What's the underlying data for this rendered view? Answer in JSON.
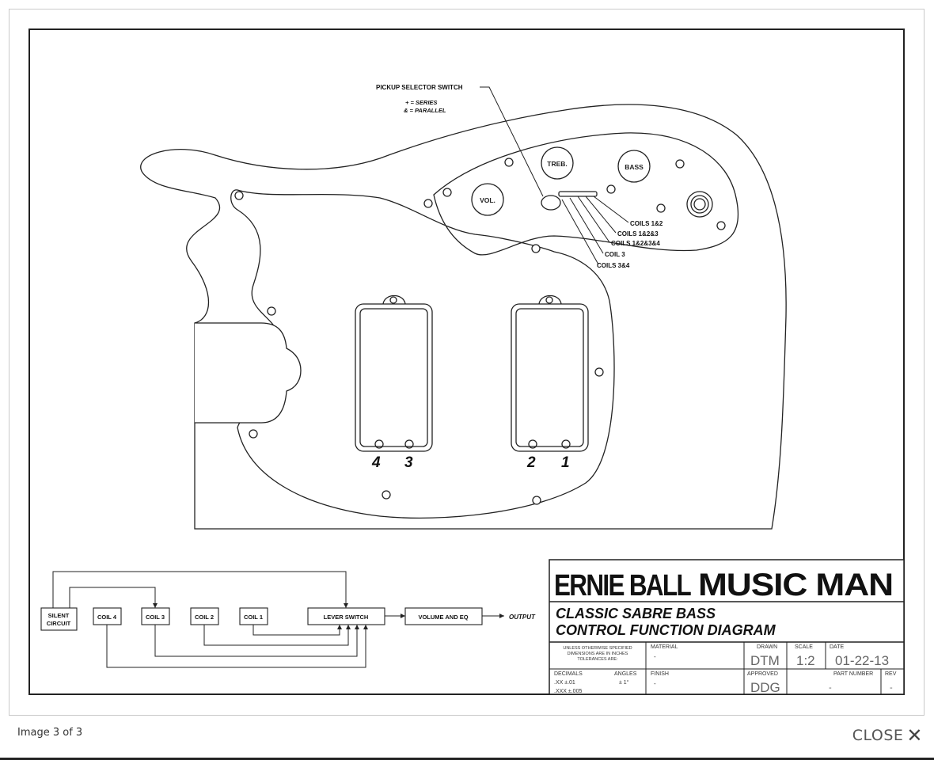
{
  "viewer": {
    "caption": "Image 3 of 3",
    "close_label": "CLOSE",
    "close_icon": "close-icon"
  },
  "diagram": {
    "callouts": {
      "pickup_selector": "PICKUP SELECTOR SWITCH",
      "series_legend": "+ = SERIES",
      "parallel_legend": "& = PARALLEL"
    },
    "knobs": {
      "vol": "VOL.",
      "treb": "TREB.",
      "bass": "BASS"
    },
    "positions": [
      "COILS 1&2",
      "COILS 1&2&3",
      "COILS 1&2&3&4",
      "COIL 3",
      "COILS 3&4"
    ],
    "coil_numbers": [
      "4",
      "3",
      "2",
      "1"
    ],
    "signal_flow": {
      "silent_line1": "SILENT",
      "silent_line2": "CIRCUIT",
      "coil4": "COIL 4",
      "coil3": "COIL 3",
      "coil2": "COIL 2",
      "coil1": "COIL 1",
      "lever": "LEVER SWITCH",
      "volume_eq": "VOLUME AND EQ",
      "output": "OUTPUT"
    }
  },
  "title_block": {
    "logo_left": "ERNIE BALL",
    "logo_right": "MUSIC MAN",
    "title_line1": "CLASSIC SABRE BASS",
    "title_line2": "CONTROL FUNCTION DIAGRAM",
    "notes_line1": "UNLESS OTHERWISE SPECIFIED",
    "notes_line2": "DIMENSIONS ARE IN INCHES",
    "notes_line3": "TOLERANCES ARE:",
    "decimals_label": "DECIMALS",
    "angles_label": "ANGLES",
    "tol_xx": ".XX  ±.01",
    "tol_angle": "± 1°",
    "tol_xxx": ".XXX ±.005",
    "material_label": "MATERIAL",
    "material_value": "-",
    "finish_label": "FINISH",
    "finish_value": "-",
    "drawn_label": "DRAWN",
    "drawn_value": "DTM",
    "approved_label": "APPROVED",
    "approved_value": "DDG",
    "scale_label": "SCALE",
    "scale_value": "1:2",
    "date_label": "DATE",
    "date_value": "01-22-13",
    "part_label": "PART NUMBER",
    "part_value": "-",
    "rev_label": "REV",
    "rev_value": "-"
  }
}
